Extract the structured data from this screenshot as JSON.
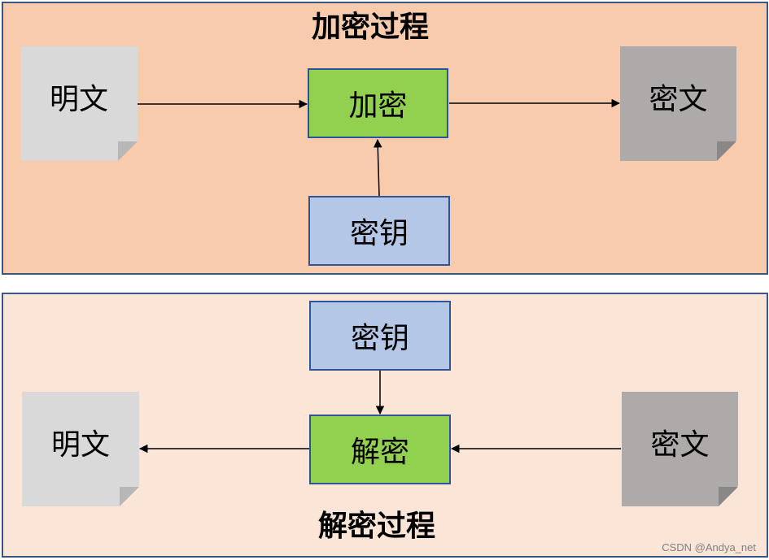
{
  "encryption": {
    "title": "加密过程",
    "plaintext": "明文",
    "process": "加密",
    "key": "密钥",
    "ciphertext": "密文"
  },
  "decryption": {
    "title": "解密过程",
    "plaintext": "明文",
    "process": "解密",
    "key": "密钥",
    "ciphertext": "密文"
  },
  "watermark": "CSDN @Andya_net",
  "colors": {
    "encryption_panel_bg": "#f8cbad",
    "decryption_panel_bg": "#fbe5d6",
    "process_box": "#92d050",
    "key_box": "#b4c7e7",
    "plaintext_doc": "#d9d9d9",
    "ciphertext_doc": "#aeaaaa",
    "border": "#2f5597"
  }
}
